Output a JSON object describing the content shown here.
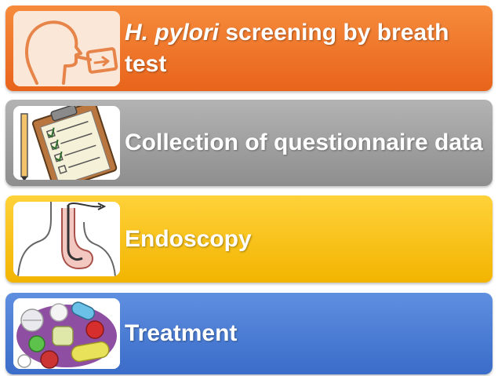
{
  "steps": [
    {
      "label_italic": "H. pylori",
      "label_rest": " screening by breath test",
      "icon": "breath-test-icon",
      "color": "#ea6a20"
    },
    {
      "label": "Collection of questionnaire data",
      "icon": "questionnaire-clipboard-icon",
      "color": "#9e9e9e"
    },
    {
      "label": "Endoscopy",
      "icon": "endoscopy-icon",
      "color": "#f8c500"
    },
    {
      "label": "Treatment",
      "icon": "pills-icon",
      "color": "#4a7bd3"
    }
  ]
}
